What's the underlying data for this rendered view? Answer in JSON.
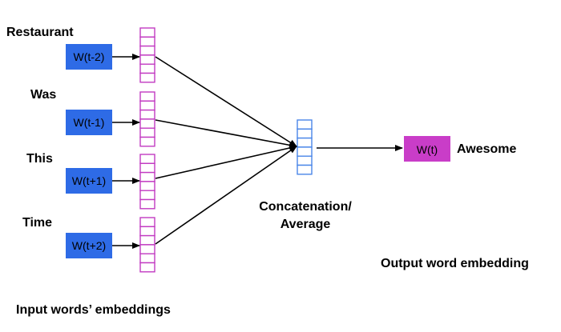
{
  "colors": {
    "input_box": "#2E6BE6",
    "input_vector": "#C23BC2",
    "hidden_vector": "#4A86E8",
    "output_box": "#C93DC8",
    "arrow": "#000000"
  },
  "inputs": [
    {
      "word": "Restaurant",
      "box_label": "W(t-2)"
    },
    {
      "word": "Was",
      "box_label": "W(t-1)"
    },
    {
      "word": "This",
      "box_label": "W(t+1)"
    },
    {
      "word": "Time",
      "box_label": "W(t+2)"
    }
  ],
  "hidden": {
    "label_line1": "Concatenation/",
    "label_line2": "Average"
  },
  "output": {
    "box_label": "W(t)",
    "word": "Awesome",
    "caption": "Output word embedding"
  },
  "captions": {
    "input": "Input words’ embeddings"
  }
}
